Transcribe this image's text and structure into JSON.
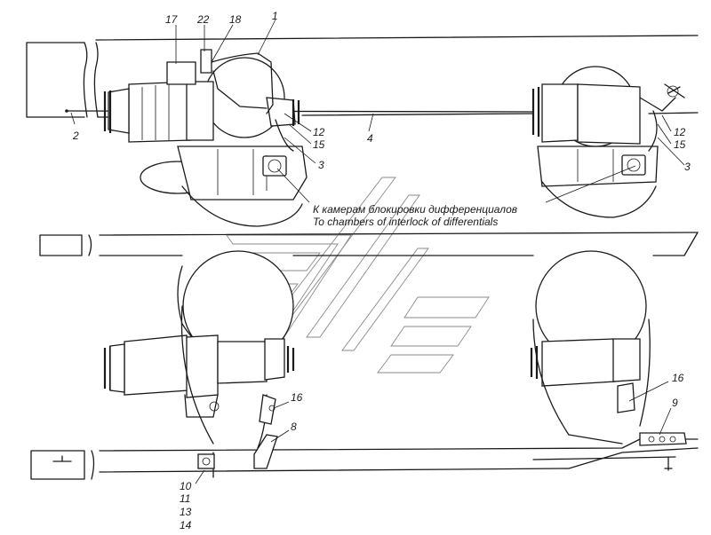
{
  "callouts": {
    "c17": "17",
    "c22": "22",
    "c18": "18",
    "c1": "1",
    "c2": "2",
    "c4": "4",
    "c12a": "12",
    "c15a": "15",
    "c3a": "3",
    "c12b": "12",
    "c15b": "15",
    "c3b": "3",
    "c16a": "16",
    "c16b": "16",
    "c8": "8",
    "c9": "9",
    "c10": "10",
    "c11": "11",
    "c13": "13",
    "c14": "14"
  },
  "caption": {
    "ru": "К камерам блокировки дифференциалов",
    "en": "To chambers of interlock of differentials"
  }
}
